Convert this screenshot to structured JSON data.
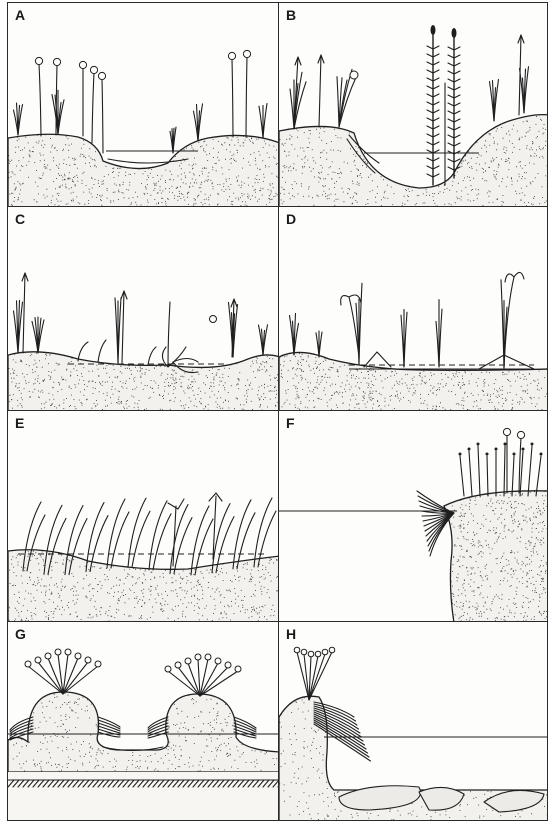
{
  "figure": {
    "panels": [
      {
        "letter": "A"
      },
      {
        "letter": "B"
      },
      {
        "letter": "C"
      },
      {
        "letter": "D"
      },
      {
        "letter": "E"
      },
      {
        "letter": "F"
      },
      {
        "letter": "G"
      },
      {
        "letter": "H"
      }
    ]
  },
  "colors": {
    "ink": "#1f1f1f",
    "paper": "#fdfdfc",
    "stipple": "#3a3a3a"
  }
}
